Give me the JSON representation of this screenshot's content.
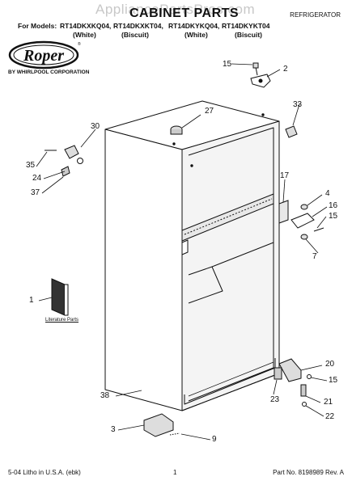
{
  "header": {
    "watermark": "AppliancePartsPros.com",
    "title": "CABINET PARTS",
    "category": "REFRIGERATOR",
    "models_label": "For Models:",
    "models": [
      {
        "model": "RT14DKXKQ04,",
        "variant": "(White)"
      },
      {
        "model": "RT14DKXKT04,",
        "variant": "(Biscuit)"
      },
      {
        "model": "RT14DKYKQ04,",
        "variant": "(White)"
      },
      {
        "model": "RT14DKYKT04",
        "variant": "(Biscuit)"
      }
    ]
  },
  "brand": {
    "logo_text": "Roper",
    "byline": "BY WHIRLPOOL CORPORATION"
  },
  "literature_label": "Literature Parts",
  "callouts": [
    "1",
    "2",
    "3",
    "4",
    "7",
    "9",
    "15",
    "15",
    "15",
    "16",
    "17",
    "20",
    "21",
    "22",
    "23",
    "24",
    "27",
    "30",
    "33",
    "35",
    "37",
    "38"
  ],
  "footer": {
    "left": "5-04 Litho in U.S.A. (ebk)",
    "page": "1",
    "right": "Part No. 8198989 Rev. A"
  }
}
